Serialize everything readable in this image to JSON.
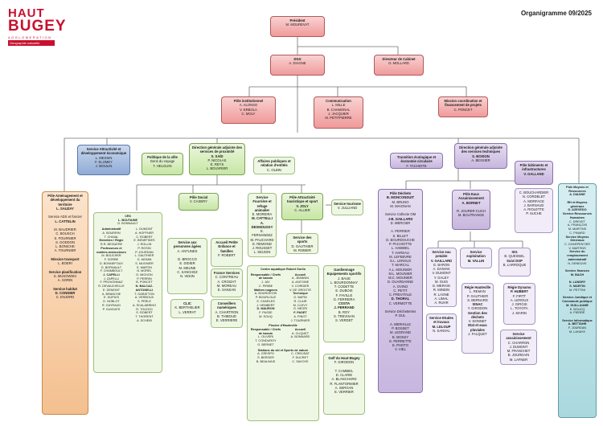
{
  "header": {
    "logo_line1": "HAUT",
    "logo_line2": "BUGEY",
    "logo_sub1": "AGGLOMERATION",
    "logo_sub2": "Géographie naturelle",
    "title": "Organigramme 09/2025"
  },
  "colors": {
    "brand": "#c8102e",
    "red_box": "#f09a9a",
    "blue_box": "#90abd6",
    "green_box": "#c7e6a4",
    "orange_box": "#f4c08f",
    "purple_box": "#c7b6de",
    "teal_box": "#a9d8de"
  },
  "top": {
    "president": {
      "title": "Président",
      "name": "M. MOUREVAT"
    },
    "dgs": {
      "title": "DGS",
      "name": "A. DIAGNE"
    },
    "cabinet": {
      "title": "Directeur de Cabinet",
      "name": "O. MOLLARD"
    },
    "pole_inst": {
      "title": "Pôle institutionnel",
      "name": "A. ALONSO",
      "members": [
        "V. ERBOLA",
        "C. MOLY"
      ]
    },
    "communication": {
      "title": "Communication",
      "name": "L. MILLE",
      "members": [
        "B. CHAMONAL",
        "J. JACQUIER",
        "M. PETITPIERRE"
      ]
    },
    "mission": {
      "title": "Mission coordination et financement de projets",
      "members": [
        "C. PONCET"
      ]
    }
  },
  "attractivite": {
    "title": "Service Attractivité et développement économique",
    "name": "L. MESSIN",
    "members": [
      "F. ELOMEY",
      "J. MOULIN"
    ]
  },
  "politique_ville": {
    "title": "Politique de la ville",
    "sub": "Gens du voyage",
    "members": [
      "T. HELGUIN"
    ]
  },
  "dga_proximite": {
    "title": "Direction générale adjointe des services de proximité",
    "name": "S. SAÏD",
    "members": [
      "P. NICOLAS",
      "E. REYS",
      "L. BOUVRIER"
    ]
  },
  "affaires_publiques": {
    "title": "Affaires publiques et relation d'entités",
    "members": [
      "C. OLBIN"
    ]
  },
  "pole_amenagement": {
    "title": "Pôle Aménagement et développement du territoire",
    "name": "L. SAUZAY",
    "sub1_title": "Service ADS et foncier",
    "sub1_name": "L. CATTELIN",
    "sub1_members": [
      "M. BAUDRIER",
      "C. BOUSCH",
      "S. FOURNIER",
      "S. GODDON",
      "L. BONICHE",
      "A. TOURNIER"
    ],
    "sub2_title": "Mission transport",
    "sub2_members": [
      "L. BOERI"
    ],
    "sub3_title": "Service planification",
    "sub3_members": [
      "S. MUSOWSKI",
      "A. SORIN"
    ],
    "sub4_title": "Service habitat",
    "sub4_name": "D. CONDIER",
    "sub4_members": [
      "C. ENJORD"
    ]
  },
  "pole_social": {
    "title": "Pôle Social",
    "name": "V. CASERY",
    "cr3": {
      "title": "CR3",
      "name": "L. BOUTAINE",
      "members": [
        "D. BONNAULT"
      ],
      "g1_title": "Administratif",
      "g1": [
        "A. BOURRIN",
        "T. CHAIAL"
      ],
      "g2_title": "Entretien / Régie",
      "g2": [
        "R.R. BEGUERE"
      ],
      "g3_title": "Professeurs et maîtres-instructeurs",
      "g3": [
        "M. BOUCHER",
        "F. SORBE",
        "D. BONNEFOUX",
        "D. BORNAULT",
        "F. CHAMBOULT",
        "J. CAPELLI",
        "J. ZAPELLI",
        "F. PROVONNAZ",
        "R. DEVAUCHELLE",
        "E. DEMONT",
        "A. BRANCHE",
        "E. DUPUIS",
        "D. NOBLOT",
        "R. GAYRAUD",
        "P. GUIGUES"
      ],
      "g4": [
        "L. DUMONT",
        "A. HOFFNER",
        "C. ROBERT",
        "E. BENEFIDES",
        "J. ROLLIN",
        "P. ROSIN",
        "P. JOURDAN",
        "L. GAUTHIER",
        "G. MONIN",
        "S. MUGNIER",
        "S. MARTIN",
        "N. MOREL",
        "D. MICHON",
        "P. PERRIN",
        "B. PONCET",
        "N. BALCAZ-ANTONELLI",
        "T. GARATTON",
        "A. VERBOUX",
        "S. PERLE",
        "A. SCALABRINO",
        "R. TOLEDO",
        "S. ROBERT",
        "T. THORENT",
        "A. SCHEIB"
      ]
    },
    "personnes_agees": {
      "title": "Service aux personnes âgées",
      "members": [
        "A. ANTUNES"
      ],
      "more": [
        "D. BROCCO",
        "E. DIDIER",
        "M. MEUNE",
        "C. SANCHEZ",
        "N. VEKIN"
      ]
    },
    "petite_enfance": {
      "title": "Accueil Petite Enfance et familles",
      "members": [
        "F. ROBERT"
      ]
    },
    "france_services": {
      "title": "France Services",
      "members": [
        "C. CONTREAU",
        "A. CROIZAT",
        "M. MOREAU",
        "E. SANSAN"
      ]
    },
    "clic": {
      "title": "CLIC",
      "members": [
        "K. BERTHELIER",
        "L. VERRAT"
      ]
    },
    "conseillers": {
      "title": "Conseillers numériques",
      "members": [
        "A. CHARTRON",
        "B. THIBOUD",
        "E. VERRIERE"
      ]
    }
  },
  "services_fourriere": {
    "title": "Service Fourrière et refuge animalier",
    "name": "E. MOREIRA",
    "members": [
      "M. CATTELLI",
      "A. DESMOUSSY",
      "E. FERNANDEZ",
      "M. PAUCHARD",
      "E. REMOND",
      "J. ROUSSET",
      "L. SEUGIN"
    ]
  },
  "pole_attractivite": {
    "title": "Pôle Attractivité touristique et sport",
    "name": "V. JOLY",
    "members": [
      "C. ALLIER"
    ]
  },
  "service_tourisme": {
    "title": "Service tourisme",
    "members": [
      "V. JULLIAND"
    ]
  },
  "service_sports": {
    "title": "Service des sports",
    "members": [
      "D. GAUTHIER",
      "M. ROBIER"
    ]
  },
  "centre_aquatique": {
    "title": "Centre aquatique Robert Sorlin",
    "col1_title": "Responsable / Chefs de bassin",
    "col1": [
      "J. JAY",
      "C. PIRIBE"
    ],
    "col2_title": "Accueil",
    "col2": [
      "A. JEANNIN",
      "A. ANTOINE",
      "V. CORDIER",
      "V. DE GROOTE"
    ],
    "col3_title": "Maîtres nageurs",
    "col3": [
      "A. BOURGEOIS",
      "P. BOURLOUZ",
      "S. CHARLES",
      "J. HEMBERT",
      "D. MAURON",
      "F. PASSE",
      "M. SOUQ"
    ],
    "col4_title": "Technique",
    "col4": [
      "O. BAPIN",
      "R. CLAIR",
      "M. CLEVY",
      "G. NEGRI",
      "F. PASET",
      "A. PINOT",
      "J. TOURNIER"
    ],
    "piscine_title": "Piscine d'Hauteville",
    "col5_title": "Responsable / Chefs de bassin",
    "col5": [
      "L. OLIVERI",
      "T. CONDUROY",
      "G. BERNET"
    ],
    "col6_title": "Accueil",
    "col6": [
      "A. CLIQUET",
      "A. BONNARD"
    ],
    "stations_title": "Stations du ski et Sports de nature",
    "stations": [
      "A. CRESPO",
      "S. BERGER",
      "B. BEAUVAIS",
      "C. CREUSAT",
      "F. DUCRET",
      "C. SAVOYE"
    ]
  },
  "gardiennage": {
    "title": "Gardiennage Equipements sportifs",
    "members": [
      "J. BAUE",
      "L. BOURDONNAY",
      "T. CODETTE",
      "E. DUBOIS",
      "F. FAVILLE",
      "G. FERREIRA",
      "COSTA",
      "J. PERRAND",
      "B. ROY",
      "S. TREVISAN",
      "S. VERDET"
    ]
  },
  "golf": {
    "title": "Golf du Haut-Bugey",
    "members": [
      "F. GIRODON",
      "T. CAMBIEL",
      "D. CLARIE",
      "A. BLANCHARD",
      "R. FLANTORMIER",
      "A. SERGAN",
      "E. VERRIER"
    ]
  },
  "transition_ecologique": {
    "title": "Transition écologique et économie circulaire",
    "members": [
      "F. TACHIOTE"
    ]
  },
  "dga_techniques": {
    "title": "Direction générale adjointe des services techniques",
    "name": "S. BOISON",
    "members": [
      "A. BESSIER"
    ]
  },
  "pole_batiments": {
    "title": "Pôle bâtiments et infrastructures",
    "name": "V. GALLAND",
    "members": [
      "C. BOUCHARDIER",
      "N. CORDELET",
      "A. MORFACE",
      "J. BARNAUD",
      "A. RIOLETTE",
      "P. SUCHE"
    ]
  },
  "pole_dechets": {
    "title": "Pôle Déchets",
    "name": "B. MONCONDUIT",
    "members": [
      "M. BRUNO",
      "M. MAIGNAN"
    ],
    "collecte_title": "Service Collecte OM",
    "collecte_name": "J-B. GAILLARD",
    "collecte_members": [
      "D. MERCIER",
      "A. PERRIER",
      "S. BILLET",
      "D. BOURDOUCHE",
      "P. PACHIOTTE",
      "L. HABIBEL",
      "T. HAREAU",
      "M. LEFEBVRE",
      "G.L. LEROUX",
      "T. MARCAL",
      "A.L. MOUNIER",
      "M.L. MOUNIER",
      "M.C. MOUNIER",
      "D. OUARDANNE",
      "A. OVINO",
      "C. PETIT",
      "C. PREVITALE",
      "D. THORAL",
      "C. VERMOTTE"
    ],
    "dechets_title": "Service Déchetteries",
    "dechets_name": "P. DUL",
    "dechets_members": [
      "A. MERHILLE",
      "P. BOSSET",
      "M. LEGRAND",
      "B. MOSSY",
      "E. PERRETTE",
      "E. PHOTO",
      "V. VIEL"
    ]
  },
  "pole_eau": {
    "title": "Pôle Eaux Assainissement",
    "name": "A. BORNET",
    "members": [
      "R. JOURER-CUCH",
      "M. BOUTRANGE"
    ],
    "eau_title": "Service eau potable",
    "eau_name": "V. GAILLARD",
    "eau_members": [
      "G. BARON",
      "A. DANIAN",
      "V. DUMONT",
      "Y. GALEY",
      "M. GUIS",
      "E. MERAIN",
      "R. MINDIN",
      "R. LASNE",
      "A. LIMAL",
      "A. RUHR"
    ],
    "etudes_title": "Service Etudes et travaux",
    "etudes_name": "M. LELOUP",
    "etudes_members": [
      "N. SANVAL"
    ],
    "exploitation_title": "Service exploitation",
    "exploitation_name": "M. VALLIN",
    "regie_title": "Régie Hauteville",
    "regie_members": [
      "L. REMAN",
      "P. GAUTHIER",
      "S. BERNARD"
    ],
    "sinac_title": "SINAC",
    "sinac_members": [
      "Y. GIRODON"
    ],
    "gestion_title": "Gestion des déchets",
    "gestion_members": [
      "V. DONNET"
    ],
    "eaux_title": "Etat et eaux pluviales",
    "eaux_members": [
      "J. FALQUET"
    ],
    "sig_title": "SIG",
    "sig_members": [
      "B. QUESNEL"
    ],
    "spanc_title": "Suivi DSP",
    "spanc_members": [
      "B. LARROQUE"
    ],
    "dynamo_title": "Régie Dynamo",
    "dynamo_name": "P. HUBERT",
    "dynamo_members": [
      "F. FIRTT",
      "A. LEROUX",
      "J. GIRGIS",
      "L. TOYOTA",
      "J. MARIN"
    ],
    "assainissement_title": "Service assainissement",
    "assainissement_members": [
      "C. CHARRON",
      "J. DUMONT",
      "M. FRANCHET",
      "B. JOURDAIN",
      "M. LAFNER"
    ]
  },
  "pole_moyens": {
    "title": "Pôle Moyens et Ressources",
    "name": "A. DIAGNE",
    "rh_title": "RH et Moyens généraux",
    "rh_name": "D. AZEVEDO",
    "service_ressources": "Service Ressources Humaines",
    "rh_members": [
      "C. DREVET",
      "A. FRANÇOIS",
      "M. MARTINS",
      "C. PINARD"
    ],
    "moyens_title": "Service Moyens Généraux",
    "moyens_members": [
      "C. CHARPENTIER",
      "V. MARTINS"
    ],
    "maintien_title": "Service du remplacement administratif",
    "maintien_members": [
      "N. DENEUVE"
    ],
    "finances_title": "Service finances",
    "finances_name": "M. BACH",
    "finances2": [
      "N. LANDRY",
      "S. MARTIN"
    ],
    "finances3": [
      "M. PETTINI"
    ],
    "juridique_title": "Service Juridique et Commande publique",
    "juridique_name": "M. GUILLAUME",
    "juridique_members": [
      "E. BOUCQ",
      "A. PIERRE"
    ],
    "informatique_title": "Service Informatique",
    "informatique_name": "A. BETTAHR",
    "informatique_members": [
      "F. JOURDAN",
      "M. LAHAYE"
    ]
  }
}
